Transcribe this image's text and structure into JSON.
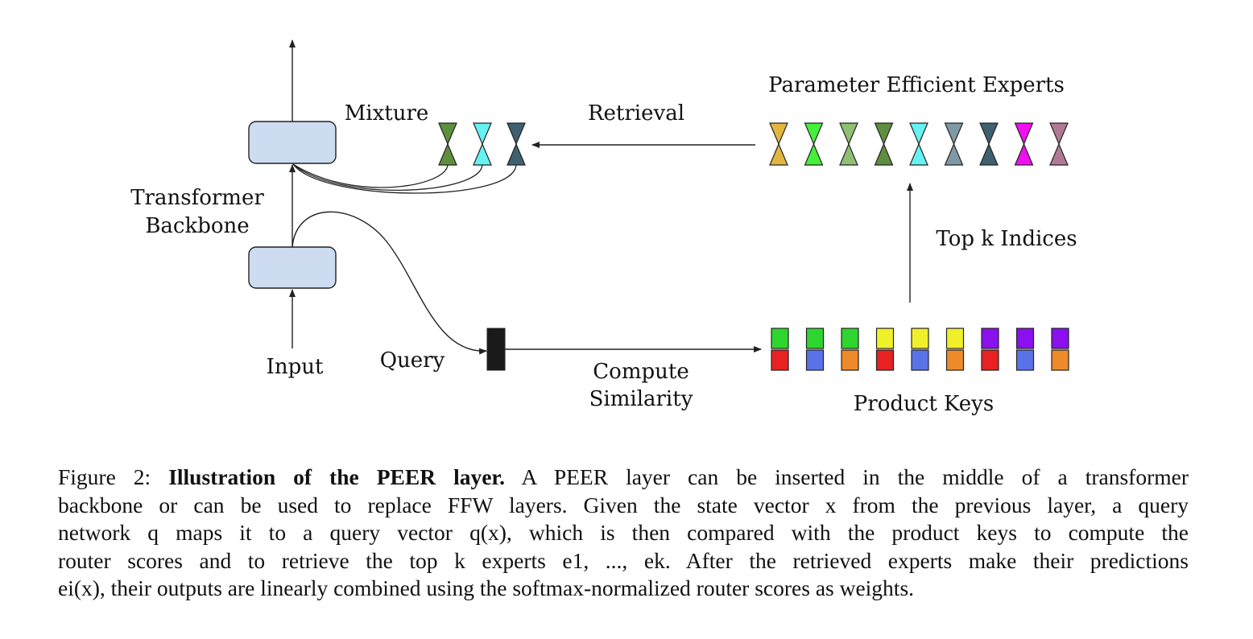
{
  "diagram": {
    "labels": {
      "transformer_line1": "Transformer",
      "transformer_line2": "Backbone",
      "input": "Input",
      "query": "Query",
      "mixture": "Mixture",
      "retrieval": "Retrieval",
      "parameter_efficient_experts": "Parameter Efficient Experts",
      "top_k_indices": "Top k Indices",
      "compute_line1": "Compute",
      "compute_line2": "Similarity",
      "product_keys": "Product Keys"
    },
    "colors": {
      "block_fill": "#cddcf0",
      "query_vector": "#1a1a1a",
      "line": "#222222"
    },
    "mixture_expert_colors": [
      "#5f8f3e",
      "#66f2f2",
      "#3f6070"
    ],
    "expert_colors": [
      "#e3b73f",
      "#44f03a",
      "#8fbf72",
      "#5f8f3e",
      "#66f2f2",
      "#7f9aa6",
      "#3f6070",
      "#f00ff0",
      "#b07a96"
    ],
    "product_keys_top_colors": [
      "#2fd52f",
      "#2fd52f",
      "#2fd52f",
      "#f0f02a",
      "#f0f02a",
      "#f0f02a",
      "#8a10f0",
      "#8a10f0",
      "#8a10f0"
    ],
    "product_keys_bottom_colors": [
      "#e82222",
      "#5a72e8",
      "#ef8a2a",
      "#e82222",
      "#5a72e8",
      "#ef8a2a",
      "#e82222",
      "#5a72e8",
      "#ef8a2a"
    ]
  },
  "caption": {
    "line1_prefix": "Figure 2: ",
    "line1_bold": "Illustration of the PEER layer.",
    "line1_rest": "A PEER layer can be inserted in the middle of a transformer",
    "line2": "backbone or can be used to replace FFW layers. Given the state vector x from the previous layer, a query",
    "line3": "network q maps it to a query vector q(x), which is then compared with the product keys to compute the",
    "line4": "router scores and to retrieve the top k experts e1, ..., ek. After the retrieved experts make their predictions",
    "line5": "ei(x), their outputs are linearly combined using the softmax-normalized router scores as weights."
  }
}
